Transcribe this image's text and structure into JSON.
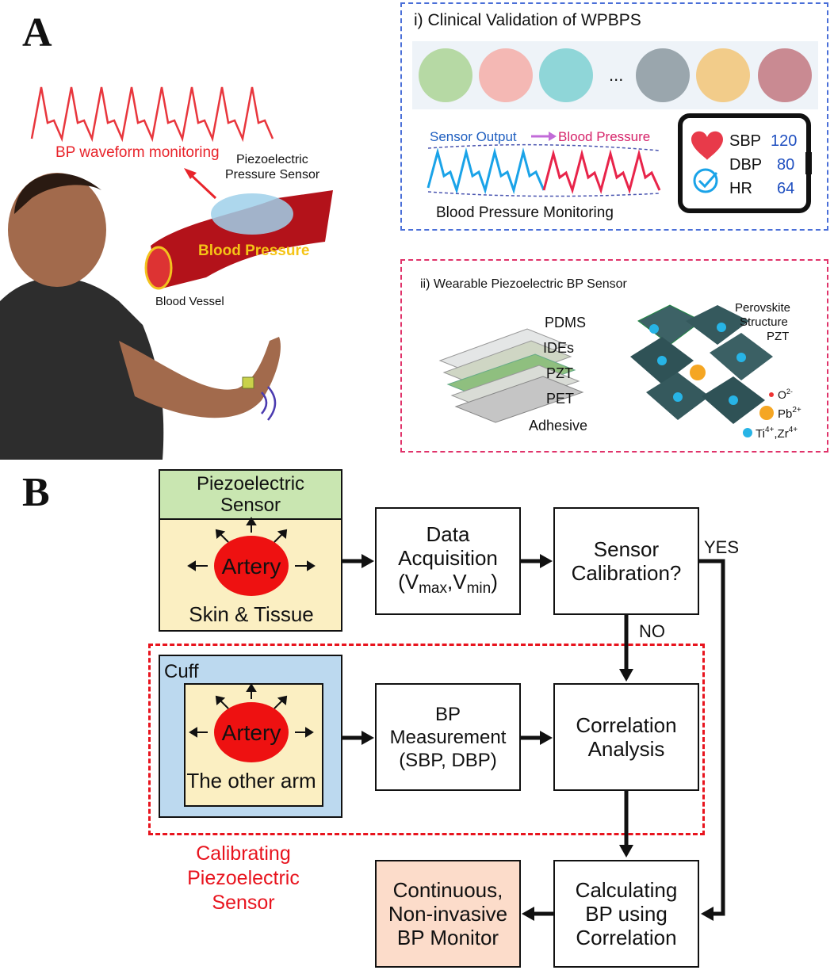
{
  "panel_a": {
    "letter": "A",
    "waveform_label": "BP waveform monitoring",
    "sensor_label_1": "Piezoelectric",
    "sensor_label_2": "Pressure Sensor",
    "bp_label": "Blood Pressure",
    "vessel_label": "Blood Vessel",
    "clinical": {
      "title": "i) Clinical Validation of WPBPS",
      "ellipsis": "...",
      "sensor_output": "Sensor Output",
      "blood_pressure": "Blood Pressure",
      "monitoring": "Blood Pressure Monitoring",
      "vitals": [
        {
          "label": "SBP",
          "value": "120"
        },
        {
          "label": "DBP",
          "value": "80"
        },
        {
          "label": "HR",
          "value": "64"
        }
      ],
      "avatar_colors": [
        "#b6d9a4",
        "#f4b8b4",
        "#8fd6d8",
        "#9aa6ad",
        "#f2cc8a",
        "#c98a92"
      ]
    },
    "wearable": {
      "title": "ii) Wearable Piezoelectric BP Sensor",
      "layers": [
        "PDMS",
        "IDEs",
        "PZT",
        "PET",
        "Adhesive"
      ],
      "structure_1": "Perovskite",
      "structure_2": "Structure",
      "structure_3": "PZT",
      "legend_o": "O",
      "legend_o_sup": "2-",
      "legend_pb": "Pb",
      "legend_pb_sup": "2+",
      "legend_ti": "Ti",
      "legend_ti_sup": "4+",
      "legend_sep": ",",
      "legend_zr": "Zr",
      "legend_zr_sup": "4+"
    }
  },
  "panel_b": {
    "letter": "B",
    "sensor_header_1": "Piezoelectric",
    "sensor_header_2": "Sensor",
    "artery": "Artery",
    "skin": "Skin & Tissue",
    "cuff": "Cuff",
    "other_arm": "The other arm",
    "data_acq_1": "Data",
    "data_acq_2": "Acquisition",
    "v_open": "(V",
    "v_max": "max",
    "v_comma": ",V",
    "v_min": "min",
    "v_close": ")",
    "calib_1": "Sensor",
    "calib_2": "Calibration?",
    "yes": "YES",
    "no": "NO",
    "bp_meas_1": "BP",
    "bp_meas_2": "Measurement",
    "bp_meas_3": "(SBP, DBP)",
    "corr_1": "Correlation",
    "corr_2": "Analysis",
    "calc_1": "Calculating",
    "calc_2": "BP using",
    "calc_3": "Correlation",
    "monitor_1": "Continuous,",
    "monitor_2": "Non-invasive",
    "monitor_3": "BP Monitor",
    "calibrating_1": "Calibrating",
    "calibrating_2": "Piezoelectric",
    "calibrating_3": "Sensor"
  }
}
